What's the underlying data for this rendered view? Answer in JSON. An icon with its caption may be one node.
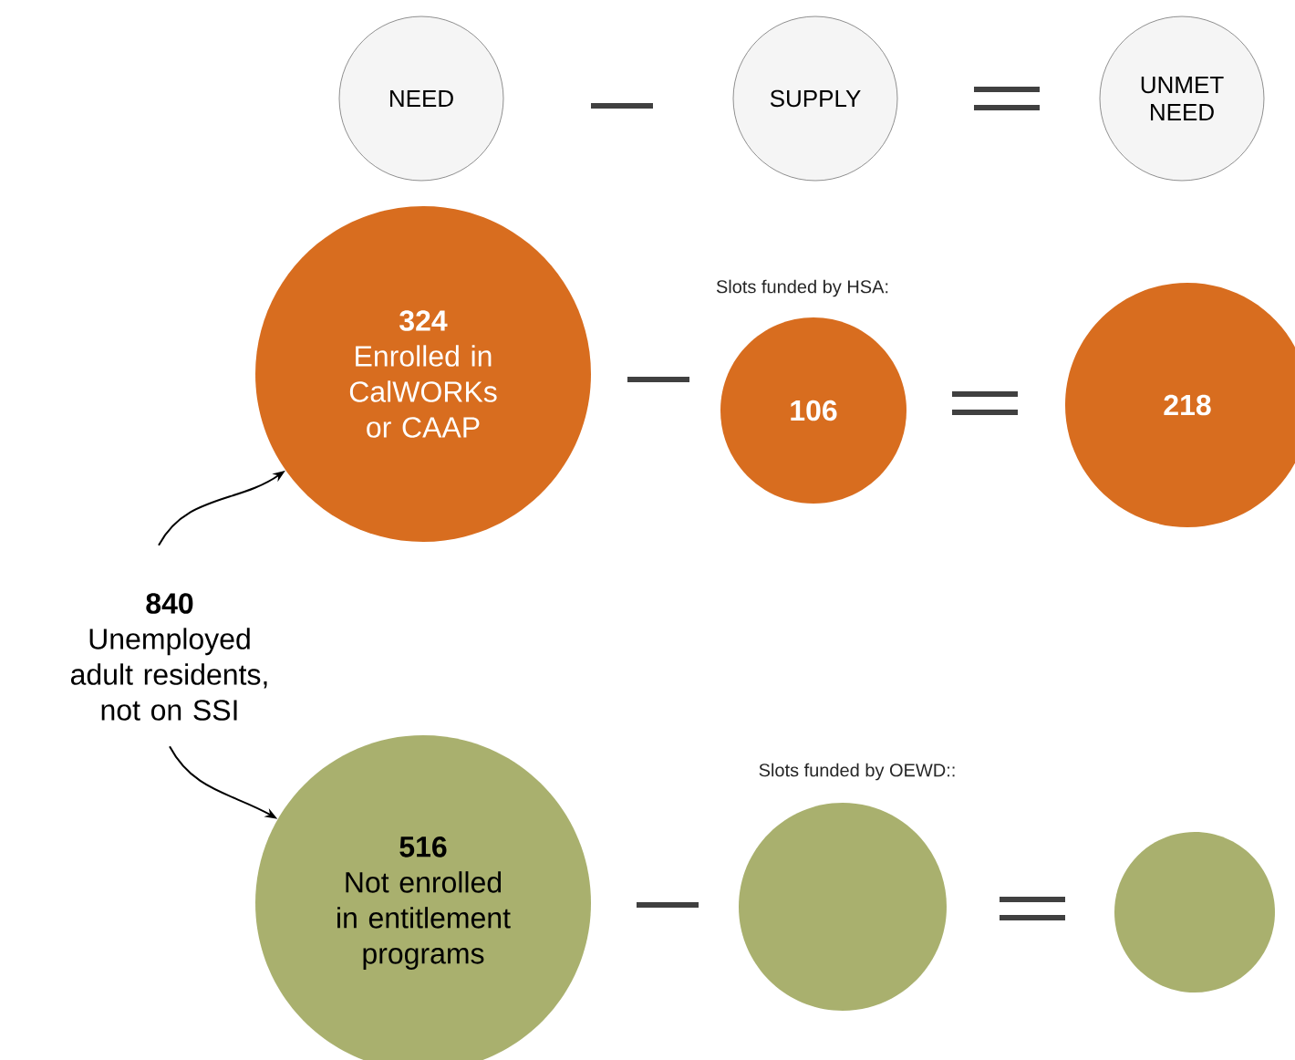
{
  "diagram": {
    "nodes": [
      {
        "text": [
          "NEED"
        ]
      },
      {
        "text": [
          "SUPPLY"
        ]
      },
      {
        "text": [
          "UNMET NEED"
        ]
      },
      {
        "text": [
          "840",
          "Unemployed adult residents, not on SSI"
        ]
      },
      {
        "text": [
          "324",
          "Enrolled in CalWORKs or CAAP"
        ]
      },
      {
        "text": [
          "106"
        ],
        "beside": [
          "Slots funded by HSA:"
        ]
      },
      {
        "text": [
          "218"
        ]
      },
      {
        "text": [
          "516",
          "Not enrolled in entitlement programs"
        ]
      },
      {
        "text": [],
        "shape": "circle",
        "beside": [
          "Slots funded by OEWD::"
        ]
      },
      {
        "text": [],
        "shape": "circle"
      }
    ],
    "edges": [
      {
        "from": 3,
        "to": 4,
        "arrow": "to"
      },
      {
        "from": 3,
        "to": 7,
        "arrow": "to"
      }
    ]
  }
}
